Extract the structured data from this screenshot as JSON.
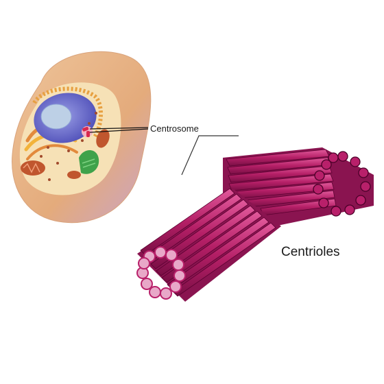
{
  "labels": {
    "centrosome": "Centrosome",
    "centrioles": "Centrioles"
  },
  "colors": {
    "background": "#ffffff",
    "cell_membrane": "#e9b98a",
    "cytoplasm": "#f3dcae",
    "nucleus": "#6d6fd0",
    "nucleolus": "#b9cde4",
    "golgi": "#e28a3c",
    "er": "#f2b33a",
    "chloroplast_like": "#3fa24a",
    "mitochondria": "#c0562e",
    "centrosome": "#d8284e",
    "centriole_tube": "#b8206a",
    "centriole_rim": "#5a0030",
    "centriole_lumen": "#e8a8c8",
    "leader_line": "#111111"
  },
  "icons": [
    "cell-illustration",
    "centriole-pair-illustration"
  ]
}
